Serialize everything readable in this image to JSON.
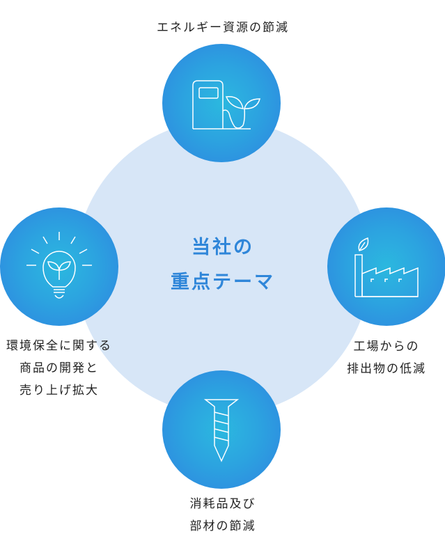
{
  "center": {
    "line1": "当社の",
    "line2": "重点テーマ"
  },
  "themes": [
    {
      "icon": "fuel-pump-leaf-icon",
      "lines": [
        "エネルギー資源の節減"
      ]
    },
    {
      "icon": "light-bulb-sprout-icon",
      "lines": [
        "環境保全に関する",
        "商品の開発と",
        "売り上げ拡大"
      ]
    },
    {
      "icon": "factory-icon",
      "lines": [
        "工場からの",
        "排出物の低減"
      ]
    },
    {
      "icon": "screw-icon",
      "lines": [
        "消耗品及び",
        "部材の節減"
      ]
    }
  ]
}
